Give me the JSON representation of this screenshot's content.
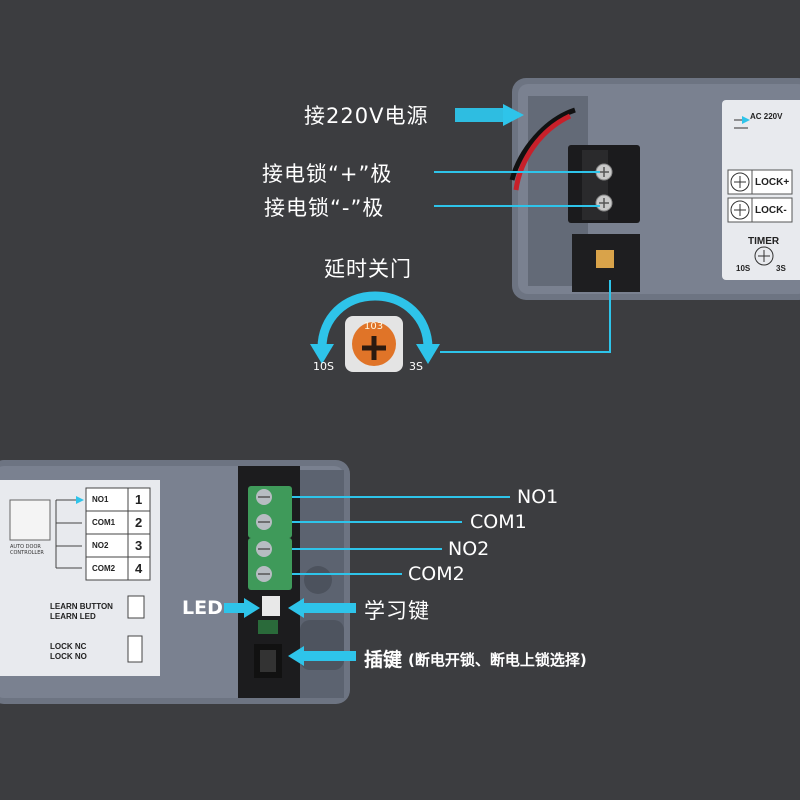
{
  "top": {
    "power_label": "接220V电源",
    "lock_plus_label": "接电锁“+”极",
    "lock_minus_label": "接电锁“-”极",
    "timer_title": "延时关门",
    "timer_min": "10S",
    "timer_max": "3S",
    "pot_code": "103",
    "device": {
      "ac_label": "AC 220V",
      "lock_plus": "LOCK+",
      "lock_minus": "LOCK-",
      "timer": "TIMER",
      "timer_10s": "10S",
      "timer_3s": "3S"
    }
  },
  "bottom": {
    "no1_label": "NO1",
    "com1_label": "COM1",
    "no2_label": "NO2",
    "com2_label": "COM2",
    "led_label": "LED",
    "learn_key_label": "学习键",
    "jumper_label": "插键",
    "jumper_note": "(断电开锁、断电上锁选择)",
    "device": {
      "rows": [
        {
          "name": "NO1",
          "num": "1"
        },
        {
          "name": "COM1",
          "num": "2"
        },
        {
          "name": "NO2",
          "num": "3"
        },
        {
          "name": "COM2",
          "num": "4"
        }
      ],
      "controller": "AUTO DOOR CONTROLLER",
      "learn_button": "LEARN BUTTON",
      "learn_led": "LEARN LED",
      "lock_nc": "LOCK NC",
      "lock_no": "LOCK NO"
    }
  },
  "colors": {
    "background": "#3c3d40",
    "housing": "#707784",
    "arrow": "#2ec4ea",
    "terminal_green": "#3f9a5a"
  }
}
